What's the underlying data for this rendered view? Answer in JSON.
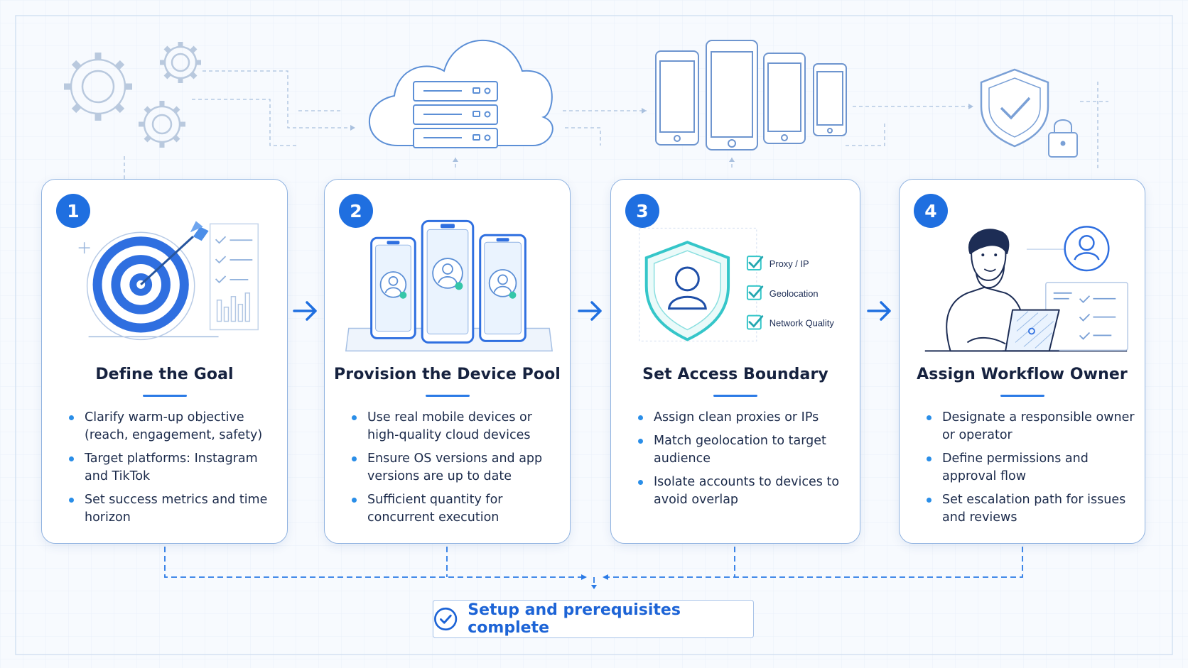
{
  "steps": [
    {
      "number": "1",
      "title": "Define the Goal",
      "icon": "target-icon",
      "bullets": [
        "Clarify warm-up objective (reach, engagement, safety)",
        "Target platforms: Instagram and TikTok",
        "Set success metrics and time horizon"
      ]
    },
    {
      "number": "2",
      "title": "Provision the Device Pool",
      "icon": "phones-icon",
      "bullets": [
        "Use real mobile devices or high-quality cloud devices",
        "Ensure OS versions and app versions are up to date",
        "Sufficient quantity for concurrent execution"
      ]
    },
    {
      "number": "3",
      "title": "Set Access Boundary",
      "icon": "shield-user-icon",
      "checklist": [
        "Proxy / IP",
        "Geolocation",
        "Network Quality"
      ],
      "bullets": [
        "Assign clean proxies or IPs",
        "Match geolocation to target audience",
        "Isolate accounts to devices to avoid overlap"
      ]
    },
    {
      "number": "4",
      "title": "Assign Workflow Owner",
      "icon": "person-laptop-icon",
      "bullets": [
        "Designate a responsible owner or operator",
        "Define permissions and approval flow",
        "Set escalation path for issues and reviews"
      ]
    }
  ],
  "completion": {
    "label": "Setup and prerequisites complete",
    "icon": "check-circle-icon"
  },
  "header_icons": [
    "gears-icon",
    "cloud-server-icon",
    "devices-icon",
    "shield-lock-icon"
  ],
  "colors": {
    "accent": "#1f6fe0",
    "line": "#2a7ae6",
    "teal": "#35c6c9",
    "pale": "#c9d9ef"
  }
}
